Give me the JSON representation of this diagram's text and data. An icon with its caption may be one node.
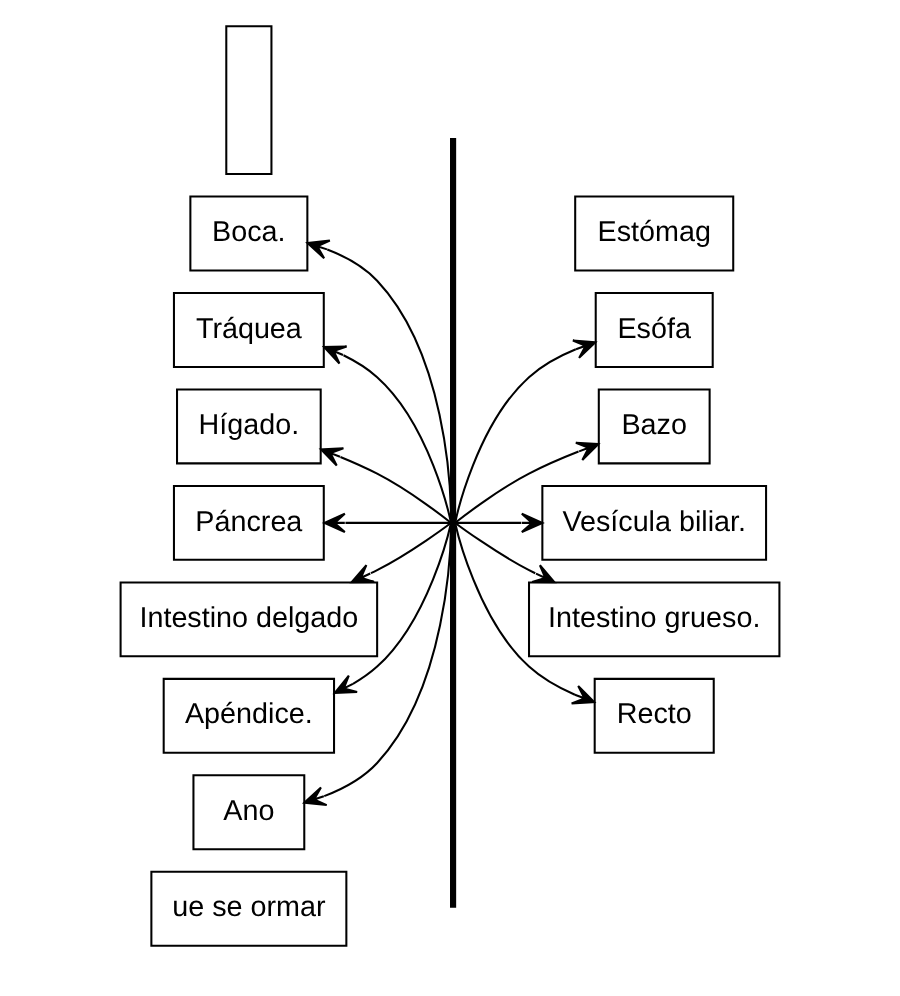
{
  "diagram": {
    "nodes": [
      {
        "text": [
          "ue se ormar"
        ]
      },
      {
        "text": [
          "Boca."
        ]
      },
      {
        "text": [
          "Esófa"
        ]
      },
      {
        "text": [
          "Tráquea"
        ]
      },
      {
        "text": [
          "Estómag"
        ]
      },
      {
        "text": [
          "Hígado."
        ]
      },
      {
        "text": [
          "Bazo"
        ]
      },
      {
        "text": [
          "Páncrea"
        ]
      },
      {
        "text": [
          "Vesícula biliar."
        ]
      },
      {
        "text": [
          "Intestino delgado"
        ]
      },
      {
        "text": [
          "Intestino grueso."
        ]
      },
      {
        "text": [
          "Apéndice."
        ]
      },
      {
        "text": [],
        "shape": "box"
      },
      {
        "text": [
          "Ano"
        ]
      },
      {
        "text": [
          "Recto"
        ]
      },
      {
        "text": [],
        "shape": "bar"
      }
    ],
    "edges": [
      {
        "from": 15,
        "to": 1,
        "arrow": "to"
      },
      {
        "from": 15,
        "to": 2,
        "arrow": "to"
      },
      {
        "from": 15,
        "to": 3,
        "arrow": "to"
      },
      {
        "from": 15,
        "to": 5,
        "arrow": "to"
      },
      {
        "from": 15,
        "to": 6,
        "arrow": "to"
      },
      {
        "from": 15,
        "to": 7,
        "arrow": "to"
      },
      {
        "from": 15,
        "to": 8,
        "arrow": "to"
      },
      {
        "from": 15,
        "to": 9,
        "arrow": "to"
      },
      {
        "from": 15,
        "to": 10,
        "arrow": "to"
      },
      {
        "from": 15,
        "to": 11,
        "arrow": "to"
      },
      {
        "from": 15,
        "to": 13,
        "arrow": "to"
      },
      {
        "from": 15,
        "to": 14,
        "arrow": "to"
      }
    ]
  }
}
